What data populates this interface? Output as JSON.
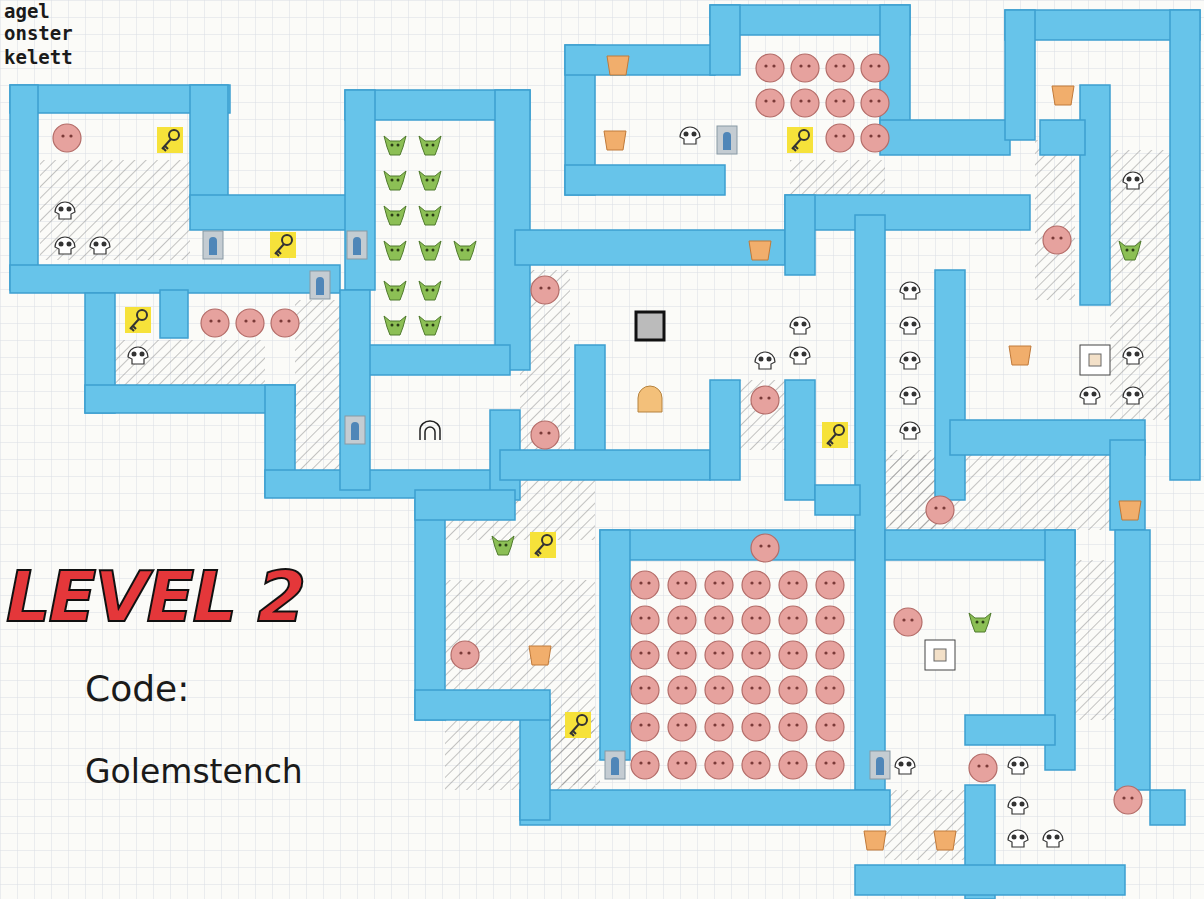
{
  "diagram": {
    "title": "LEVEL 2",
    "labels": [
      "agel",
      "onster",
      "kelett",
      "Code:",
      "Golemstench"
    ]
  }
}
